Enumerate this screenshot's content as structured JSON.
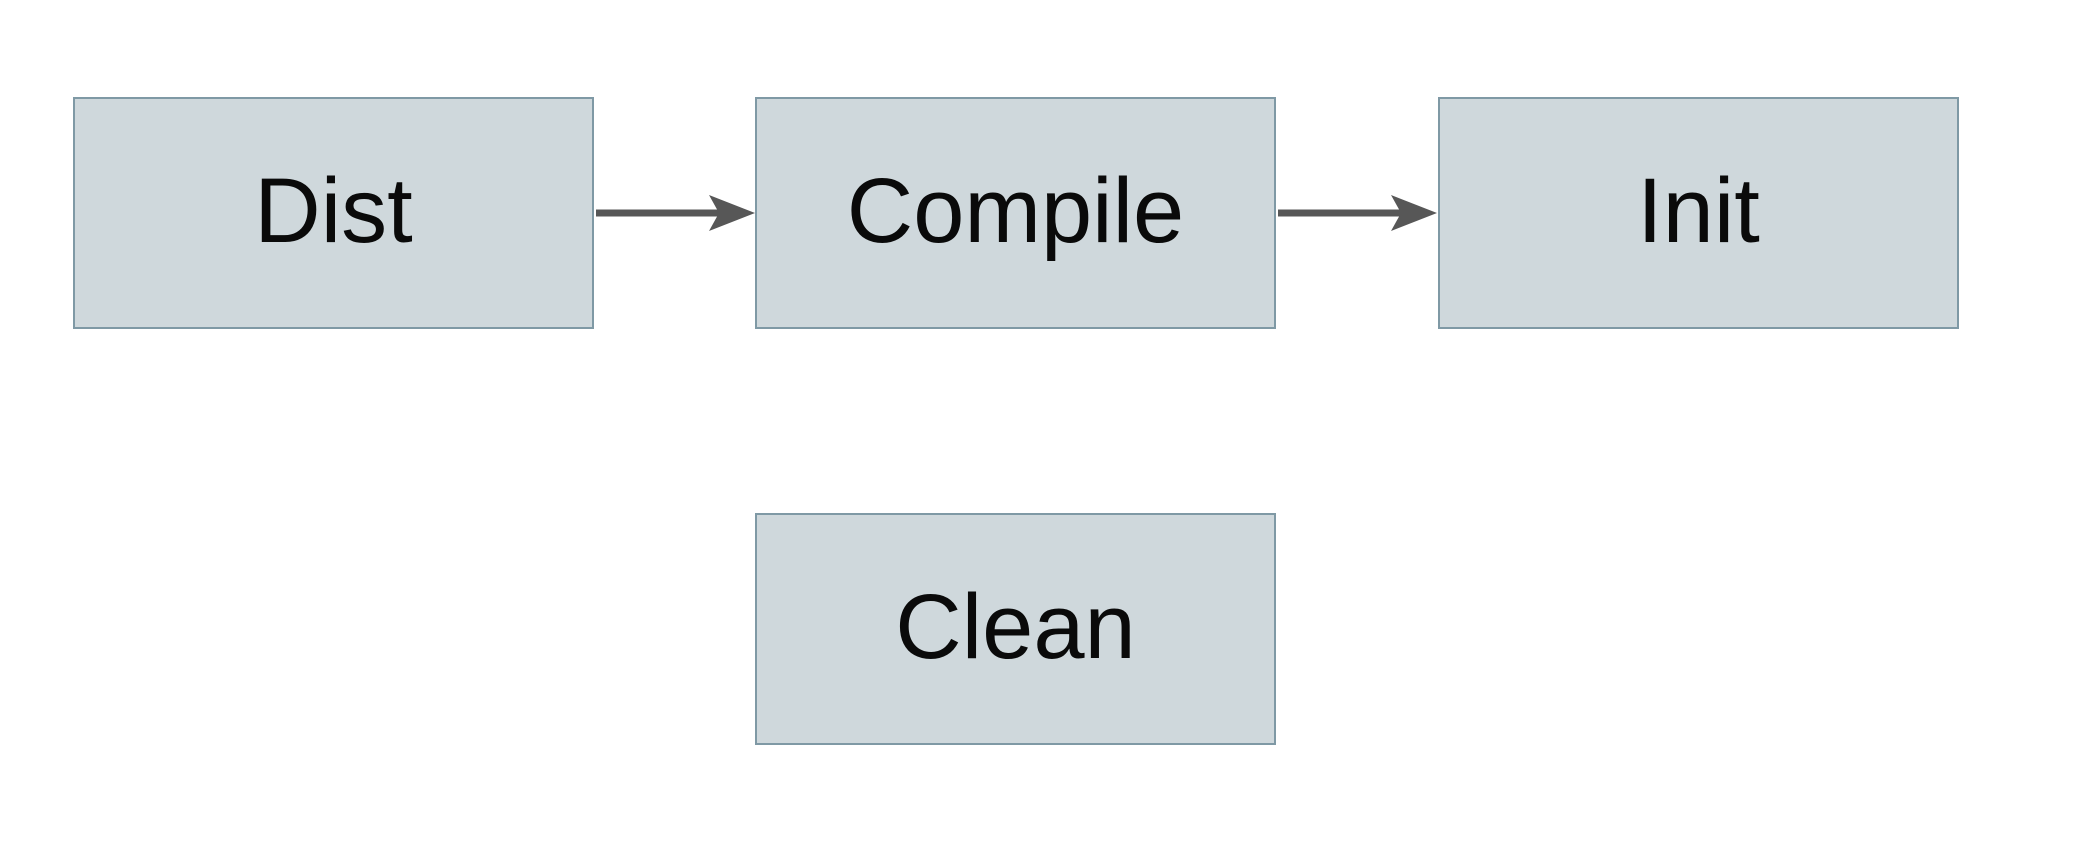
{
  "diagram": {
    "title": "build-tasks-flow",
    "background_color": "#ffffff",
    "node_fill_color": "#cfd8dc",
    "node_border_color": "#7f99a5",
    "arrow_color": "#575757",
    "text_color": "#0a0a0a",
    "nodes": [
      {
        "id": "dist",
        "label": "Dist"
      },
      {
        "id": "compile",
        "label": "Compile"
      },
      {
        "id": "init",
        "label": "Init"
      },
      {
        "id": "clean",
        "label": "Clean"
      }
    ],
    "edges": [
      {
        "from": "Dist",
        "to": "Compile",
        "direction": "right"
      },
      {
        "from": "Compile",
        "to": "Init",
        "direction": "right"
      }
    ]
  }
}
